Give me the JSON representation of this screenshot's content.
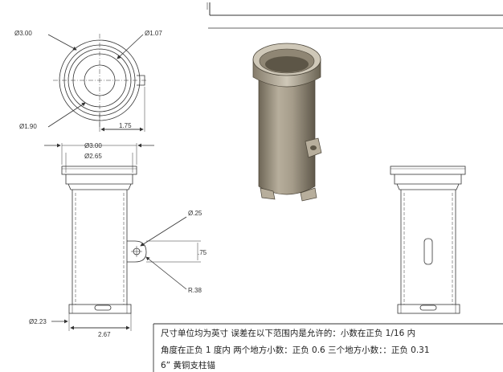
{
  "dimensions": {
    "top_outer_dia": "Ø3.00",
    "top_bore_dia": "Ø1.07",
    "top_inner_dia": "Ø1.90",
    "top_offset": "1.75",
    "front_flange_dia": "Ø3.00",
    "front_body_dia": "Ø2.65",
    "front_hole_dia": "Ø.25",
    "front_tab_height": ".75",
    "front_tab_radius": "R.38",
    "front_base_dia": "Ø2.23",
    "front_height": "2.67"
  },
  "notes": {
    "line1": "尺寸单位均为英寸    误差在以下范围内是允许的：小数在正负 1/16 内",
    "line2": "角度在正负 1 度内   两个地方小数：正负 0.6   三个地方小数：：正负 0.31",
    "line3": "6” 黄铜支柱锚"
  },
  "colors": {
    "line": "#333333",
    "body": "#a59c8a",
    "body_dark": "#6e6656",
    "body_light": "#cfc8b8"
  }
}
